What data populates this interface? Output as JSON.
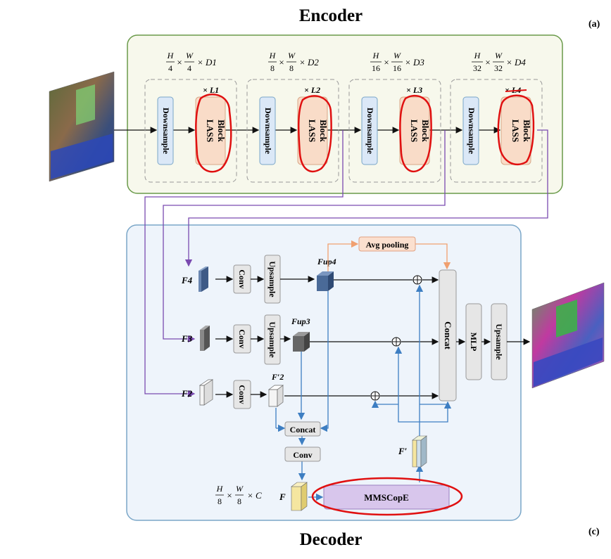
{
  "header": {
    "title": "Encoder",
    "panel_tag": "(a)"
  },
  "footer": {
    "title": "Decoder",
    "panel_tag": "(c)"
  },
  "encoder": {
    "stages": [
      {
        "downsample": "Downsample",
        "block": [
          "LASS",
          "Block"
        ],
        "repeat": "× L1",
        "dims": {
          "h": "H",
          "h_den": "4",
          "w": "W",
          "w_den": "4",
          "d": "× D1"
        }
      },
      {
        "downsample": "Downsample",
        "block": [
          "LASS",
          "Block"
        ],
        "repeat": "× L2",
        "dims": {
          "h": "H",
          "h_den": "8",
          "w": "W",
          "w_den": "8",
          "d": "× D2"
        }
      },
      {
        "downsample": "Downsample",
        "block": [
          "LASS",
          "Block"
        ],
        "repeat": "× L3",
        "dims": {
          "h": "H",
          "h_den": "16",
          "w": "W",
          "w_den": "16",
          "d": "× D3"
        }
      },
      {
        "downsample": "Downsample",
        "block": [
          "LASS",
          "Block"
        ],
        "repeat": "× L4",
        "dims": {
          "h": "H",
          "h_den": "32",
          "w": "W",
          "w_den": "32",
          "d": "× D4"
        }
      }
    ]
  },
  "decoder": {
    "features": {
      "f4": "F4",
      "f3": "F3",
      "f2": "F2"
    },
    "ops": {
      "conv": "Conv",
      "upsample": "Upsample",
      "avg_pooling": "Avg pooling",
      "concat": "Concat",
      "mlp": "MLP",
      "mmscope": "MMSCopE"
    },
    "labels": {
      "fup4": "Fup4",
      "fup3": "Fup3",
      "f2prime": "F′2",
      "fprime": "F′",
      "f": "F",
      "dims_h": "H",
      "dims_h_den": "8",
      "dims_w": "W",
      "dims_w_den": "8",
      "dims_c": "× C",
      "times": "×"
    }
  },
  "colors": {
    "encoder_bg": "#f7f8ec",
    "encoder_border": "#6a9a4a",
    "decoder_bg": "#eef4fb",
    "decoder_border": "#7aa6c8",
    "downsample_fill": "#dbe8f7",
    "lass_fill": "#f9dcc8",
    "avg_fill": "#fbe0cf",
    "mmscope_fill": "#d8c6ec",
    "red_mark": "#e01010",
    "purple_arrow": "#7a4ab0",
    "blue_arrow": "#3d7ec2",
    "orange_arrow": "#f0a070"
  }
}
